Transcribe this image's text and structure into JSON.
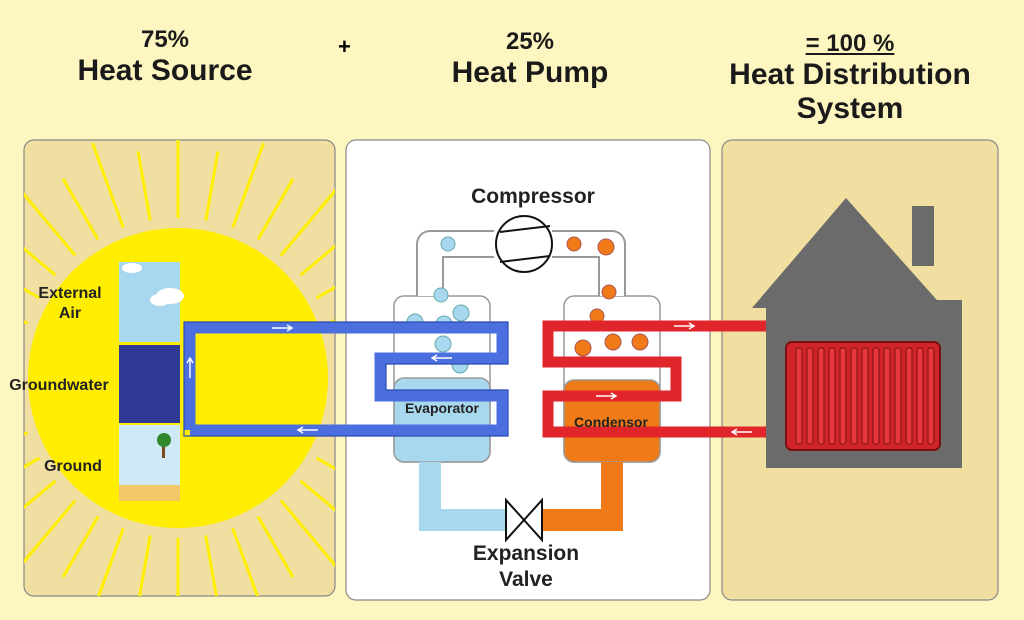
{
  "header": {
    "source_percent": "75%",
    "source_label": "Heat Source",
    "plus": "+",
    "pump_percent": "25%",
    "pump_label": "Heat Pump",
    "total_percent": "= 100 %",
    "distribution_label_line1": "Heat Distribution",
    "distribution_label_line2": "System"
  },
  "source_panel": {
    "labels": {
      "external_air": [
        "External",
        "Air"
      ],
      "groundwater": "Groundwater",
      "ground": "Ground"
    }
  },
  "pump_panel": {
    "compressor": "Compressor",
    "evaporator": "Evaporator",
    "condensor": "Condensor",
    "expansion_valve": [
      "Expansion",
      "Valve"
    ]
  },
  "colors": {
    "background": "#fdf6c0",
    "panel": "#f0dfa0",
    "sun": "#ffee00",
    "cold_loop": "#4c6fe0",
    "hot_loop": "#e0252b",
    "cold_fluid": "#a8d8ee",
    "hot_fluid": "#f07a17",
    "house": "#6b6b6b"
  },
  "icons": [
    "sun-icon",
    "soil-strata-icon",
    "tree-icon",
    "compressor-icon",
    "expansion-valve-icon",
    "house-icon",
    "radiator-icon",
    "flow-arrow-icon"
  ]
}
